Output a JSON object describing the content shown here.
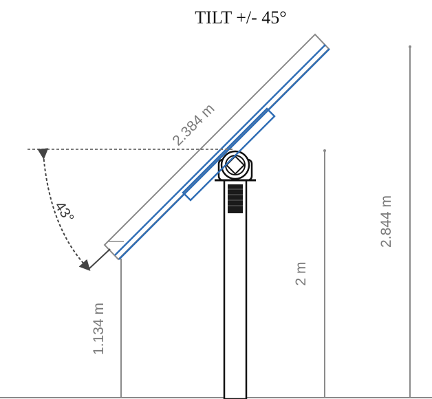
{
  "title": "TILT +/- 45°",
  "dimensions": {
    "panel_width": "2.384 m",
    "tilt_angle": "43°",
    "low_edge_height": "1.134 m",
    "axis_height": "2 m",
    "max_height": "2.844 m"
  },
  "colors": {
    "panel_outline": "#8a8a8a",
    "panel_frame": "#2f6db5",
    "dimension_line": "#8a8a8a",
    "post": "#111111"
  }
}
